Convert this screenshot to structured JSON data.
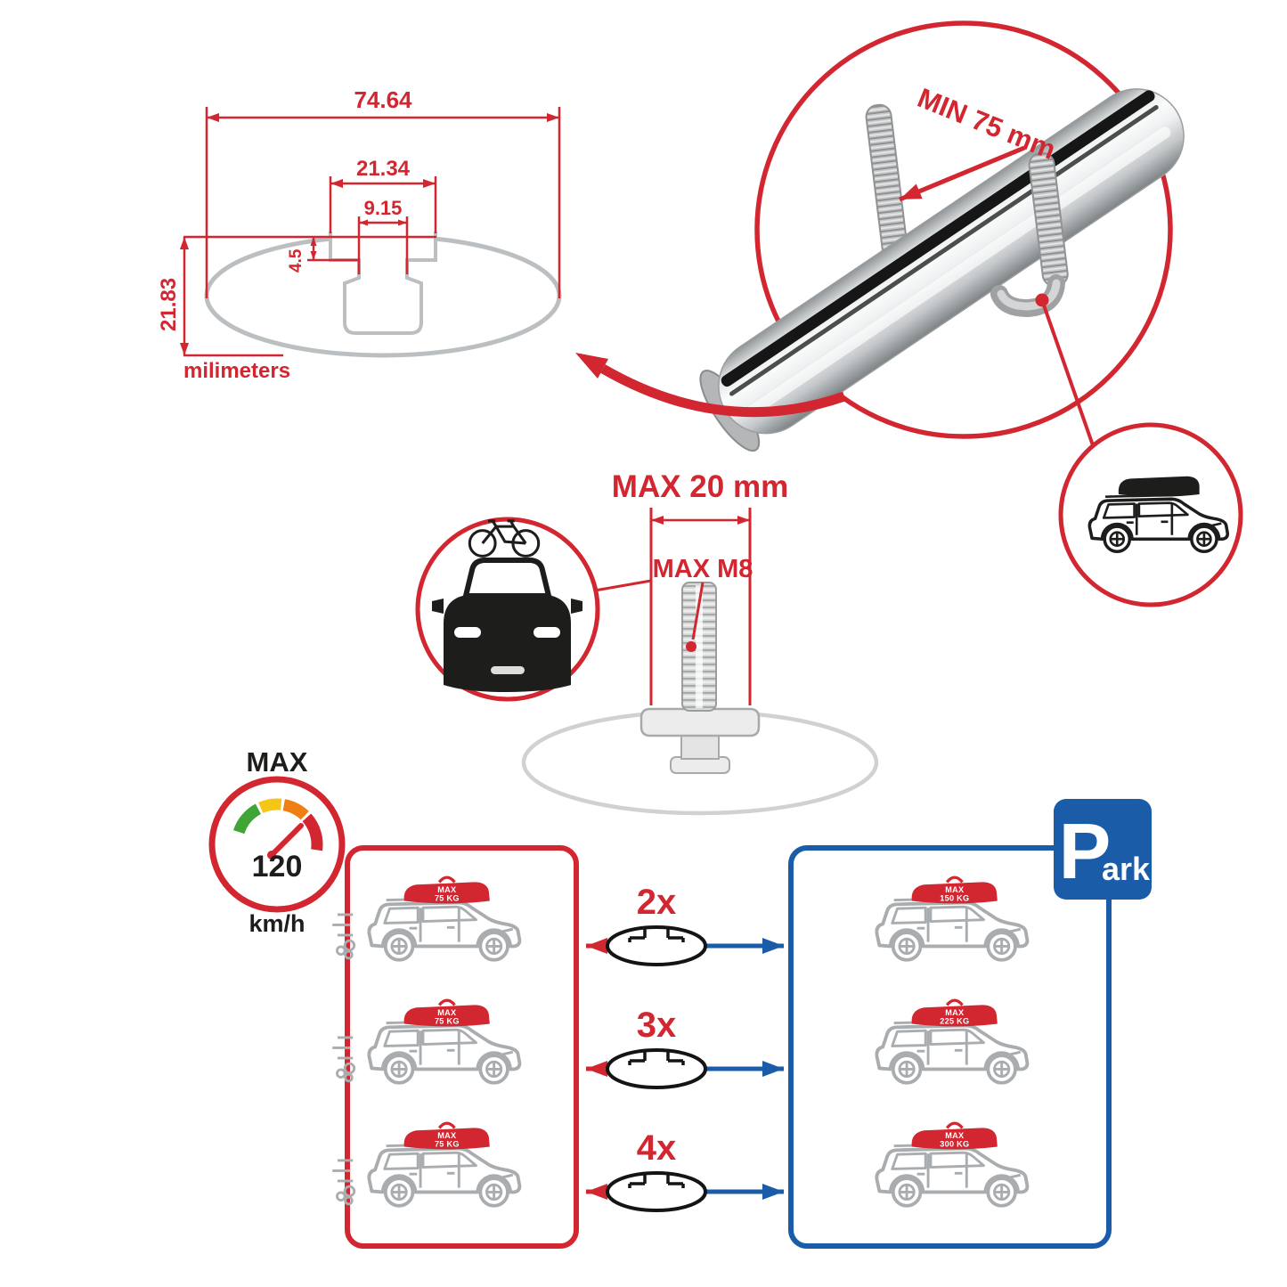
{
  "colors": {
    "red": "#d22630",
    "blue": "#1a5ca8",
    "line_gray": "#b5b9bb",
    "dark": "#1d1d1b"
  },
  "dimension_diagram": {
    "total_width": "74.64",
    "channel_outer_width": "21.34",
    "channel_inner_width": "9.15",
    "step_depth": "4.5",
    "total_height": "21.83",
    "units_label": "milimeters"
  },
  "crossbar_detail": {
    "min_clamp_label": "MIN 75 mm"
  },
  "bolt_spec": {
    "max_width_label": "MAX 20 mm",
    "max_thread_label": "MAX M8"
  },
  "speed_limit": {
    "title": "MAX",
    "value": "120",
    "units": "km/h"
  },
  "multipliers": [
    {
      "label": "2x"
    },
    {
      "label": "3x"
    },
    {
      "label": "4x"
    }
  ],
  "driving_panel": {
    "cars": [
      {
        "max": "MAX",
        "weight": "75 KG"
      },
      {
        "max": "MAX",
        "weight": "75 KG"
      },
      {
        "max": "MAX",
        "weight": "75 KG"
      }
    ]
  },
  "parked_panel": {
    "sign_initial": "P",
    "sign_rest": "ark",
    "cars": [
      {
        "max": "MAX",
        "weight": "150 KG"
      },
      {
        "max": "MAX",
        "weight": "225 KG"
      },
      {
        "max": "MAX",
        "weight": "300 KG"
      }
    ]
  }
}
